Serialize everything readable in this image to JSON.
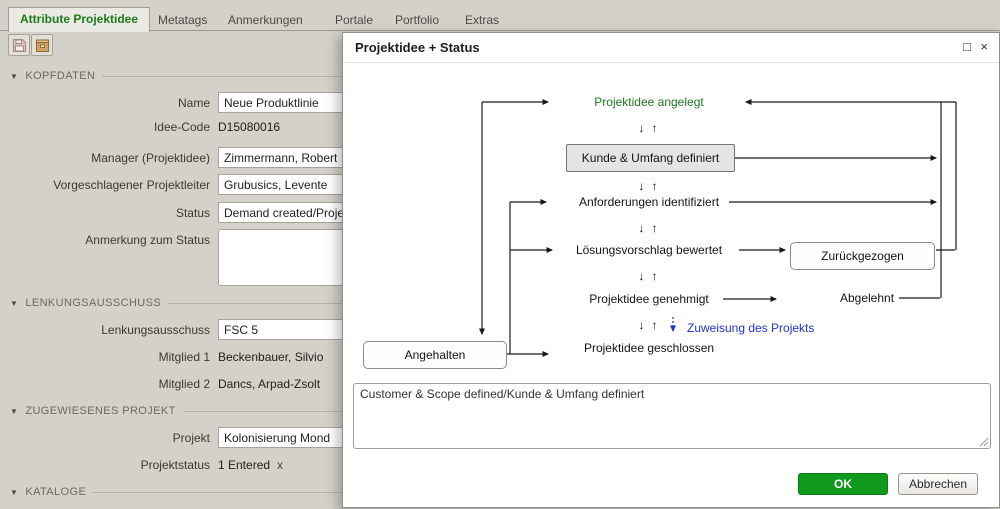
{
  "tabs": {
    "items": [
      {
        "label": "Attribute Projektidee",
        "active": true
      },
      {
        "label": "Metatags",
        "active": false
      },
      {
        "label": "Anmerkungen",
        "active": false
      },
      {
        "label": "Portale",
        "active": false
      },
      {
        "label": "Portfolio",
        "active": false
      },
      {
        "label": "Extras",
        "active": false
      }
    ]
  },
  "icons": {
    "collapse": "▼"
  },
  "form": {
    "kopfdaten": {
      "title": "KOPFDATEN",
      "name_label": "Name",
      "name_value": "Neue Produktlinie",
      "idee_code_label": "Idee-Code",
      "idee_code_value": "D15080016",
      "manager_label": "Manager (Projektidee)",
      "manager_value": "Zimmermann, Robert",
      "projektleiter_label": "Vorgeschlagener Projektleiter",
      "projektleiter_value": "Grubusics, Levente",
      "status_label": "Status",
      "status_value": "Demand created/Proje",
      "anmerkung_label": "Anmerkung zum Status",
      "anmerkung_value": ""
    },
    "lenkungsausschuss": {
      "title": "LENKUNGSAUSSCHUSS",
      "ausschuss_label": "Lenkungsausschuss",
      "ausschuss_value": "FSC 5",
      "mitglied1_label": "Mitglied 1",
      "mitglied1_value": "Beckenbauer, Silvio",
      "mitglied2_label": "Mitglied 2",
      "mitglied2_value": "Dancs, Arpad-Zsolt"
    },
    "projekt": {
      "title": "ZUGEWIESENES PROJEKT",
      "projekt_label": "Projekt",
      "projekt_value": "Kolonisierung Mond",
      "projektstatus_label": "Projektstatus",
      "projektstatus_value": "1 Entered",
      "projektstatus_remove": "x"
    },
    "kataloge": {
      "title": "KATALOGE"
    }
  },
  "dialog": {
    "title": "Projektidee + Status",
    "controls": {
      "maximize": "□",
      "close": "×"
    },
    "diagram": {
      "states": {
        "angelegt": "Projektidee angelegt",
        "kunde_umfang": "Kunde & Umfang definiert",
        "anforderungen": "Anforderungen identifiziert",
        "loesungsvorschlag": "Lösungsvorschlag bewertet",
        "genehmigt": "Projektidee genehmigt",
        "geschlossen": "Projektidee geschlossen",
        "angehalten": "Angehalten",
        "zurueckgezogen": "Zurückgezogen",
        "abgelehnt": "Abgelehnt"
      },
      "assign_link": "Zuweisung des Projekts",
      "arrow_pair": "↓ ↑"
    },
    "comment_value": "Customer & Scope defined/Kunde & Umfang definiert",
    "buttons": {
      "ok": "OK",
      "cancel": "Abbrechen"
    }
  },
  "colors": {
    "accent_green": "#1c7c1c",
    "link_blue": "#2233cc",
    "ok_green": "#0f9a1d"
  }
}
